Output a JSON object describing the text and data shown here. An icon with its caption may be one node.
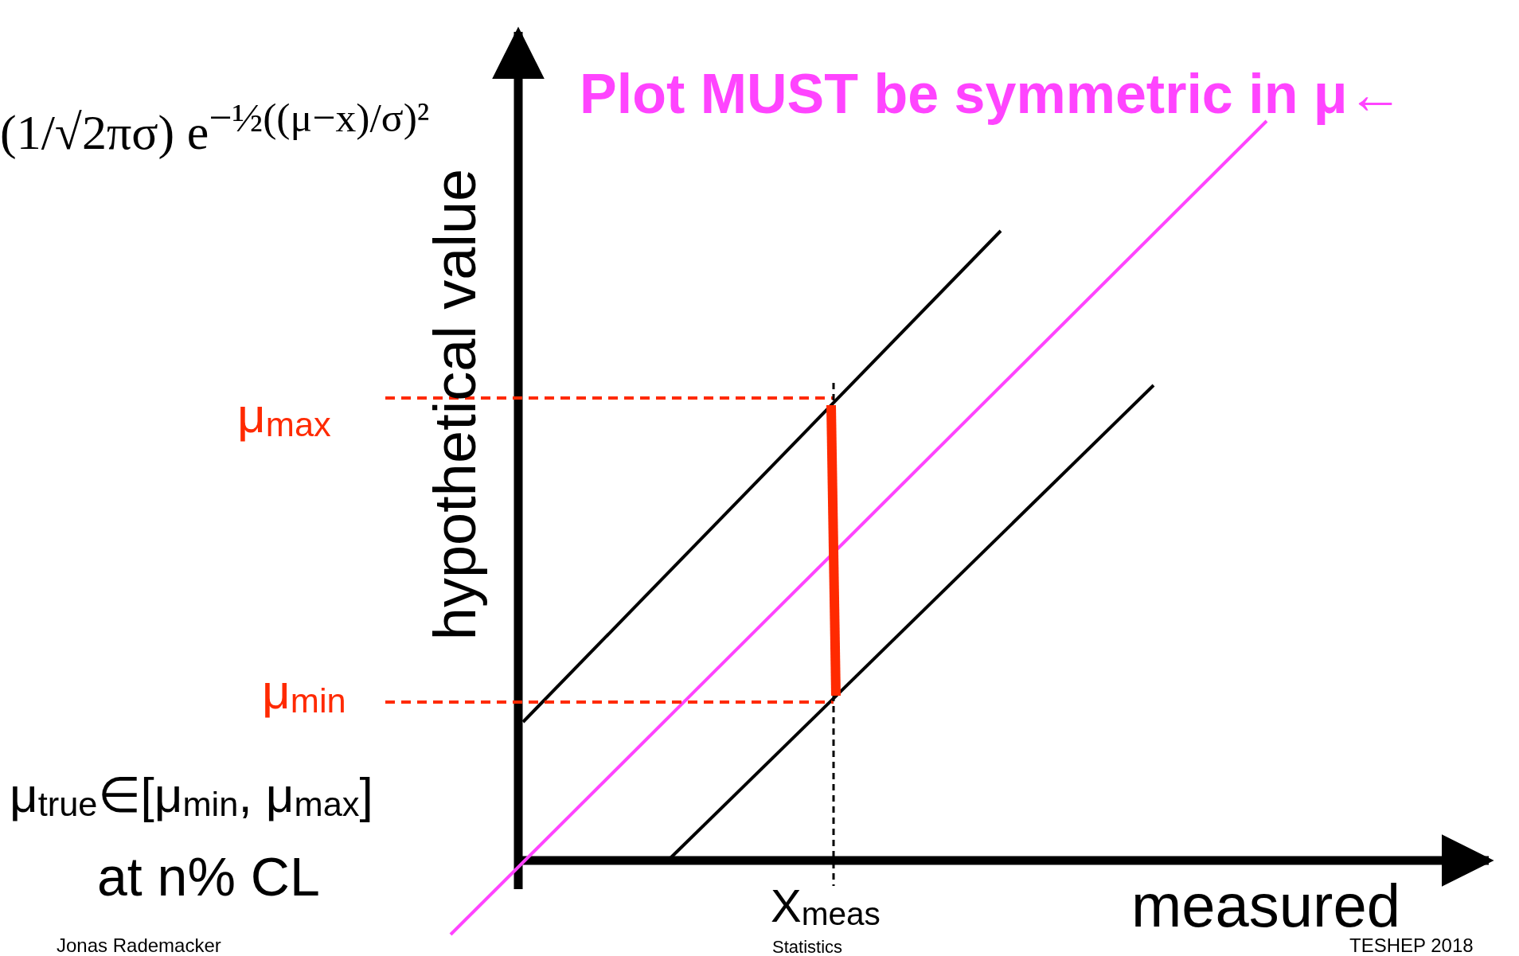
{
  "diagram": {
    "labels": [
      "(1/√2πσ) e$^{−½((μ−x)/σ)²}$",
      "Plot MUST be symmetric in μ←",
      "hypothetical value",
      "μ$_{max}$",
      "μ$_{min}$",
      "μ$_{true}$∈[μ$_{min}$, μ$_{max}$]",
      "at n% CL",
      "X$_{meas}$",
      "measured",
      "Jonas Rademacker",
      "Statistics",
      "TESHEP 2018"
    ]
  }
}
